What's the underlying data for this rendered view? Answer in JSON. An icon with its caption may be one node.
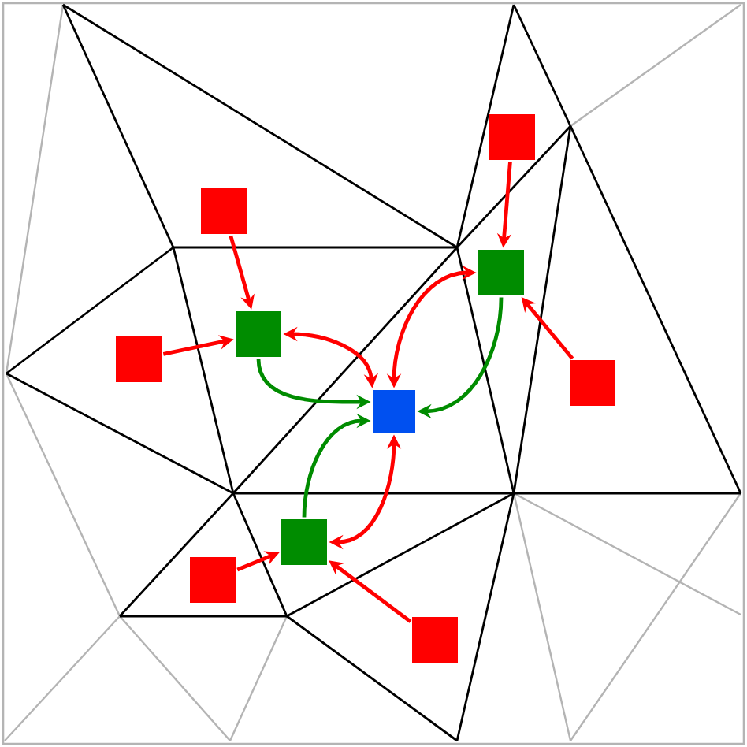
{
  "diagram": {
    "nodes": [
      {
        "text": [],
        "shape": "box"
      },
      {
        "text": [],
        "shape": "box"
      },
      {
        "text": [],
        "shape": "box"
      },
      {
        "text": [],
        "shape": "box"
      },
      {
        "text": [],
        "shape": "box"
      },
      {
        "text": [],
        "shape": "box"
      },
      {
        "text": [],
        "shape": "box"
      },
      {
        "text": [],
        "shape": "box"
      },
      {
        "text": [],
        "shape": "box"
      },
      {
        "text": [],
        "shape": "box"
      }
    ],
    "edges": [
      {
        "from": 0,
        "to": 2,
        "arrow": "to"
      },
      {
        "from": 1,
        "to": 3,
        "arrow": "to"
      },
      {
        "from": 4,
        "to": 3,
        "arrow": "to"
      },
      {
        "from": 5,
        "to": 2,
        "arrow": "to"
      },
      {
        "from": 3,
        "to": 6,
        "arrow": "both"
      },
      {
        "from": 6,
        "to": 2,
        "arrow": "both"
      },
      {
        "from": 3,
        "to": 6,
        "arrow": "to",
        "color": "#008c00"
      },
      {
        "from": 2,
        "to": 6,
        "arrow": "to",
        "color": "#008c00"
      },
      {
        "from": 7,
        "to": 6,
        "arrow": "to",
        "color": "#008c00"
      },
      {
        "from": 7,
        "to": 6,
        "arrow": "both"
      },
      {
        "from": 8,
        "to": 7,
        "arrow": "to"
      },
      {
        "from": 9,
        "to": 7,
        "arrow": "to"
      }
    ]
  }
}
